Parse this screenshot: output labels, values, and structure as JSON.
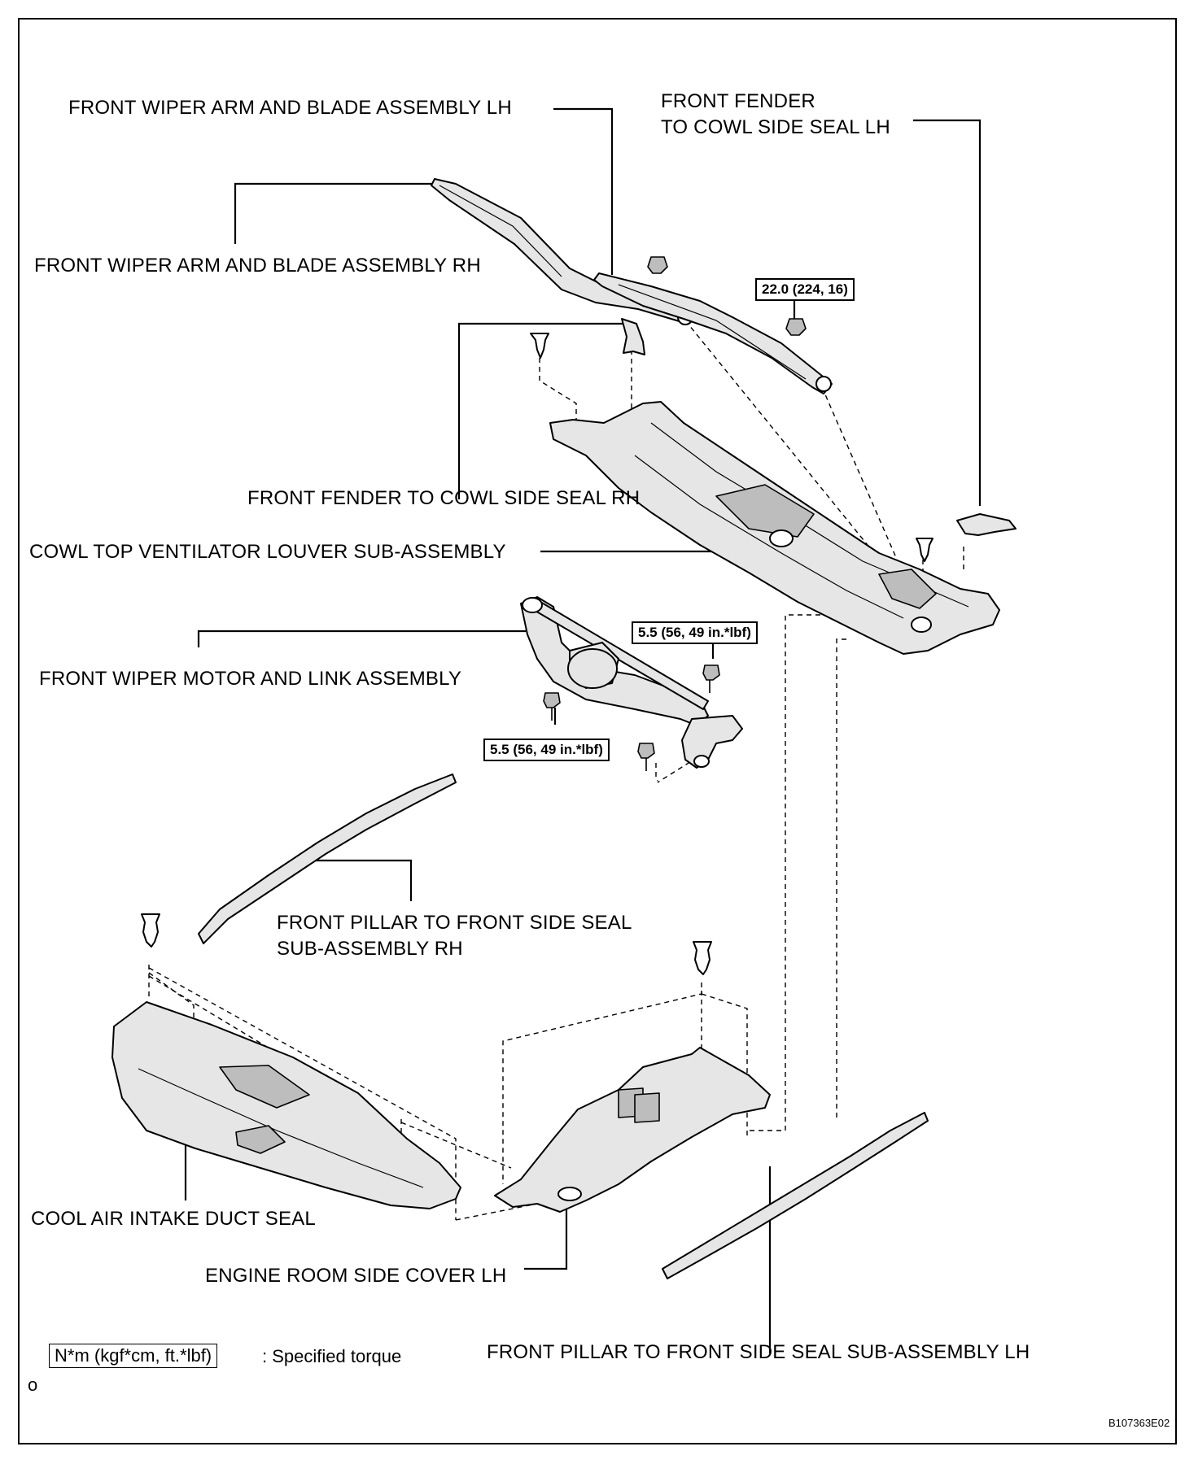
{
  "labels": {
    "wiper_arm_lh": "FRONT WIPER ARM AND BLADE ASSEMBLY LH",
    "fender_seal_lh_1": "FRONT FENDER",
    "fender_seal_lh_2": "TO COWL SIDE SEAL LH",
    "wiper_arm_rh": "FRONT WIPER ARM AND BLADE ASSEMBLY RH",
    "fender_seal_rh": "FRONT FENDER TO COWL SIDE SEAL RH",
    "cowl_louver": "COWL TOP VENTILATOR LOUVER SUB-ASSEMBLY",
    "wiper_motor": "FRONT WIPER MOTOR AND LINK ASSEMBLY",
    "pillar_seal_rh_1": "FRONT PILLAR TO FRONT SIDE SEAL",
    "pillar_seal_rh_2": "SUB-ASSEMBLY RH",
    "cool_air_seal": "COOL AIR INTAKE DUCT SEAL",
    "engine_cover_lh": "ENGINE ROOM SIDE COVER LH",
    "pillar_seal_lh": "FRONT PILLAR TO FRONT SIDE SEAL SUB-ASSEMBLY LH"
  },
  "torques": {
    "wiper_nut": "22.0 (224, 16)",
    "motor_bolt_upper": "5.5 (56, 49 in.*lbf)",
    "motor_bolt_lower": "5.5 (56, 49 in.*lbf)"
  },
  "legend": {
    "unit_box": "N*m (kgf*cm, ft.*lbf)",
    "description": ": Specified torque"
  },
  "marker": "o",
  "figure_code": "B107363E02"
}
